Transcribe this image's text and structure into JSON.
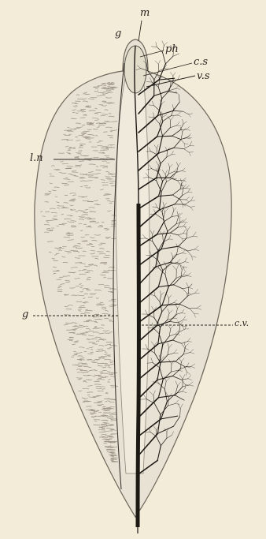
{
  "figure": {
    "labels": {
      "m": "m",
      "g_top": "g",
      "ph": "ph",
      "cs": "c.s",
      "vs": "v.s",
      "ln": "l.n",
      "g_mid": "g",
      "cv": "c.v."
    },
    "colors": {
      "paper": "#f3ecd9",
      "body_fill": "#e7e2d3",
      "outline": "#6b655a",
      "ink": "#1c1814",
      "stipple": "#9a9385"
    }
  }
}
